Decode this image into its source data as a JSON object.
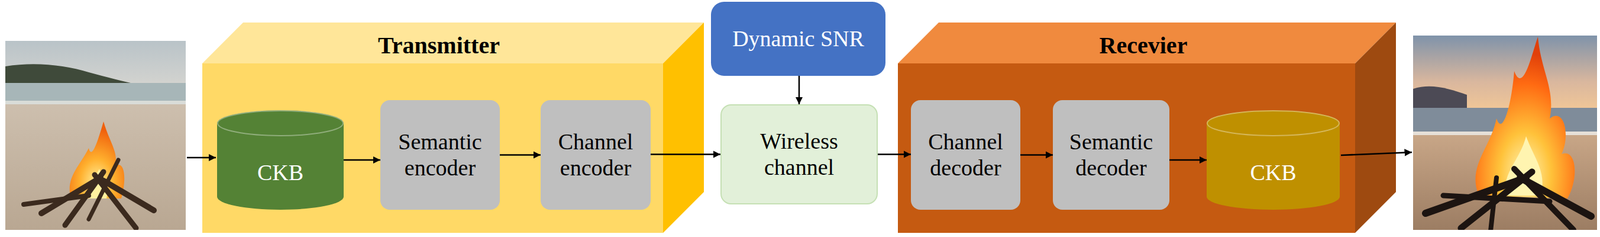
{
  "diagram": {
    "nodes": [
      {
        "text": [
          "Transmitter"
        ]
      },
      {
        "text": [
          "CKB"
        ],
        "in": 0
      },
      {
        "text": [
          "Semantic encoder"
        ],
        "in": 0
      },
      {
        "text": [
          "Channel encoder"
        ],
        "in": 0
      },
      {
        "text": [
          "Dynamic SNR"
        ]
      },
      {
        "text": [
          "Wireless channel"
        ]
      },
      {
        "text": [
          "Recevier"
        ]
      },
      {
        "text": [
          "Channel decoder"
        ],
        "in": 6
      },
      {
        "text": [
          "Semantic decoder"
        ],
        "in": 6
      },
      {
        "text": [
          "CKB"
        ],
        "in": 6
      }
    ],
    "edges": [
      {
        "from": 1,
        "to": 2,
        "arrow": "to"
      },
      {
        "from": 2,
        "to": 3,
        "arrow": "to"
      },
      {
        "from": 3,
        "to": 5,
        "arrow": "to"
      },
      {
        "from": 4,
        "to": 5,
        "arrow": "to"
      },
      {
        "from": 5,
        "to": 7,
        "arrow": "to"
      },
      {
        "from": 7,
        "to": 8,
        "arrow": "to"
      },
      {
        "from": 8,
        "to": 9,
        "arrow": "to"
      }
    ]
  }
}
